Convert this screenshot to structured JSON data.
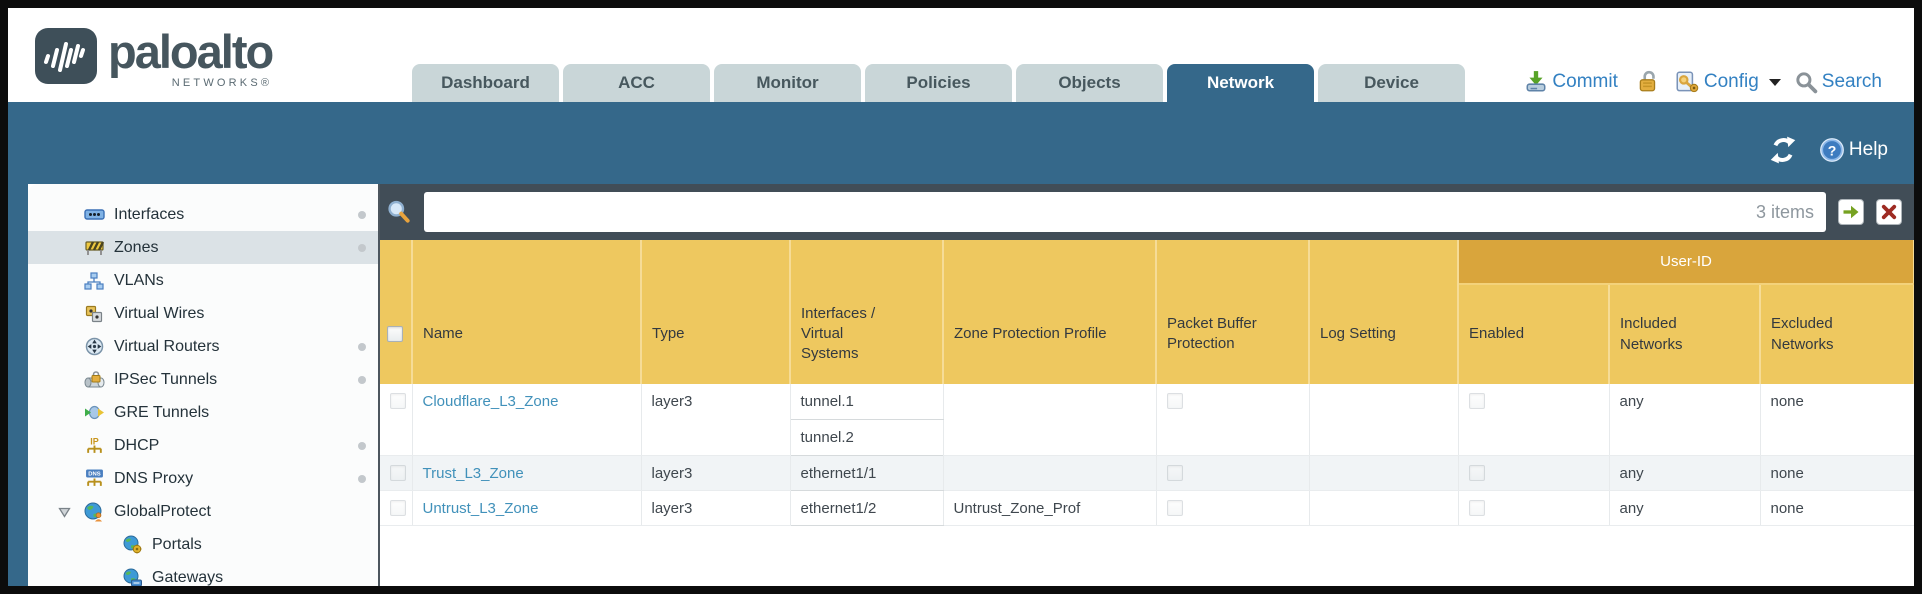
{
  "header": {
    "brand": {
      "name": "paloalto",
      "subtitle": "NETWORKS®"
    },
    "tabs": [
      {
        "label": "Dashboard",
        "active": false
      },
      {
        "label": "ACC",
        "active": false
      },
      {
        "label": "Monitor",
        "active": false
      },
      {
        "label": "Policies",
        "active": false
      },
      {
        "label": "Objects",
        "active": false
      },
      {
        "label": "Network",
        "active": true
      },
      {
        "label": "Device",
        "active": false
      }
    ],
    "actions": {
      "commit_label": "Commit",
      "config_label": "Config",
      "search_label": "Search"
    }
  },
  "subheader": {
    "help_label": "Help"
  },
  "sidebar": {
    "items": [
      {
        "label": "Interfaces",
        "icon": "interfaces-icon",
        "dot": true,
        "selected": false
      },
      {
        "label": "Zones",
        "icon": "zones-icon",
        "dot": true,
        "selected": true
      },
      {
        "label": "VLANs",
        "icon": "vlans-icon",
        "dot": false,
        "selected": false
      },
      {
        "label": "Virtual Wires",
        "icon": "virtual-wires-icon",
        "dot": false,
        "selected": false
      },
      {
        "label": "Virtual Routers",
        "icon": "virtual-routers-icon",
        "dot": true,
        "selected": false
      },
      {
        "label": "IPSec Tunnels",
        "icon": "ipsec-tunnels-icon",
        "dot": true,
        "selected": false
      },
      {
        "label": "GRE Tunnels",
        "icon": "gre-tunnels-icon",
        "dot": false,
        "selected": false
      },
      {
        "label": "DHCP",
        "icon": "dhcp-icon",
        "dot": true,
        "selected": false
      },
      {
        "label": "DNS Proxy",
        "icon": "dns-proxy-icon",
        "dot": true,
        "selected": false
      },
      {
        "label": "GlobalProtect",
        "icon": "globalprotect-icon",
        "dot": false,
        "selected": false,
        "expanded": true
      },
      {
        "label": "Portals",
        "icon": "portals-icon",
        "dot": false,
        "selected": false,
        "child": true
      },
      {
        "label": "Gateways",
        "icon": "gateways-icon",
        "dot": false,
        "selected": false,
        "child": true
      }
    ]
  },
  "filter": {
    "value": "",
    "count_label": "3 items"
  },
  "table": {
    "user_id_group_label": "User-ID",
    "columns": [
      "Name",
      "Type",
      "Interfaces / Virtual Systems",
      "Zone Protection Profile",
      "Packet Buffer Protection",
      "Log Setting",
      "Enabled",
      "Included Networks",
      "Excluded Networks"
    ],
    "rows": [
      {
        "name": "Cloudflare_L3_Zone",
        "type": "layer3",
        "interfaces": [
          "tunnel.1",
          "tunnel.2"
        ],
        "zone_protection_profile": "",
        "packet_buffer_protection": false,
        "log_setting": "",
        "user_id_enabled": false,
        "included_networks": "any",
        "excluded_networks": "none"
      },
      {
        "name": "Trust_L3_Zone",
        "type": "layer3",
        "interfaces": [
          "ethernet1/1"
        ],
        "zone_protection_profile": "",
        "packet_buffer_protection": false,
        "log_setting": "",
        "user_id_enabled": false,
        "included_networks": "any",
        "excluded_networks": "none"
      },
      {
        "name": "Untrust_L3_Zone",
        "type": "layer3",
        "interfaces": [
          "ethernet1/2"
        ],
        "zone_protection_profile": "Untrust_Zone_Prof",
        "packet_buffer_protection": false,
        "log_setting": "",
        "user_id_enabled": false,
        "included_networks": "any",
        "excluded_networks": "none"
      }
    ]
  },
  "colors": {
    "teal": "#35688a",
    "header_gold": "#eec85f",
    "user_id_band_gold": "#d9a53c",
    "link_blue": "#4191ba",
    "action_blue": "#3381c2",
    "filterbar_slate": "#414d57"
  }
}
